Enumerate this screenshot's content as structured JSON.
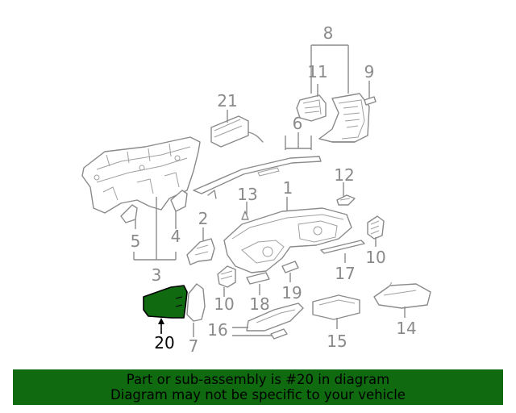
{
  "diagram": {
    "callouts": [
      "8",
      "11",
      "9",
      "21",
      "6",
      "12",
      "13",
      "1",
      "2",
      "5",
      "4",
      "3",
      "10",
      "17",
      "19",
      "20",
      "7",
      "18",
      "16",
      "15",
      "14",
      "10"
    ],
    "highlighted_part": "20",
    "colors": {
      "highlight": "#0f6a10",
      "line": "#8a8a8a"
    }
  },
  "banner": {
    "line1": "Part or sub-assembly is #20 in diagram",
    "line2": "Diagram may not be specific to your vehicle"
  }
}
